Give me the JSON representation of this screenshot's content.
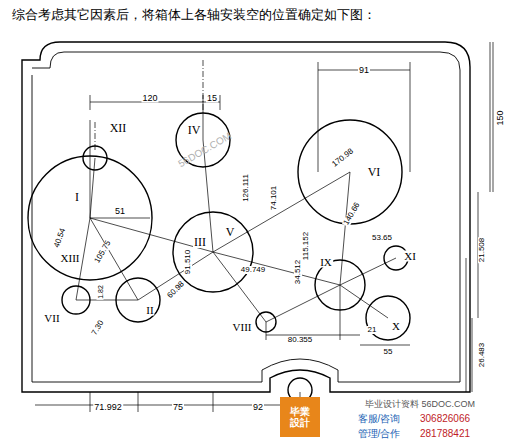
{
  "diagram": {
    "title": "综合考虑其它因素后，将箱体上各轴安装空的位置确定如下图：",
    "labels": [
      "91",
      "150",
      "120",
      "15",
      "126.111",
      "74.101",
      "170.98",
      "140.66",
      "115.152",
      "51",
      "105.75",
      "91.510",
      "60.98",
      "49.749",
      "34.512",
      "80.355",
      "21",
      "55",
      "53.65",
      "21.508",
      "26.483",
      "71.992",
      "75",
      "92",
      "7.30",
      "40.54",
      "1.82",
      "I",
      "XII",
      "IV",
      "VI",
      "III",
      "V",
      "XIII",
      "II",
      "VII",
      "VIII",
      "IX",
      "XI",
      "X",
      "56DOC.COM",
      "毕業設計",
      "毕业设计资料 56DOC.COM",
      "客服/咨询",
      "306826066",
      "管理/合作",
      "281788421"
    ]
  }
}
